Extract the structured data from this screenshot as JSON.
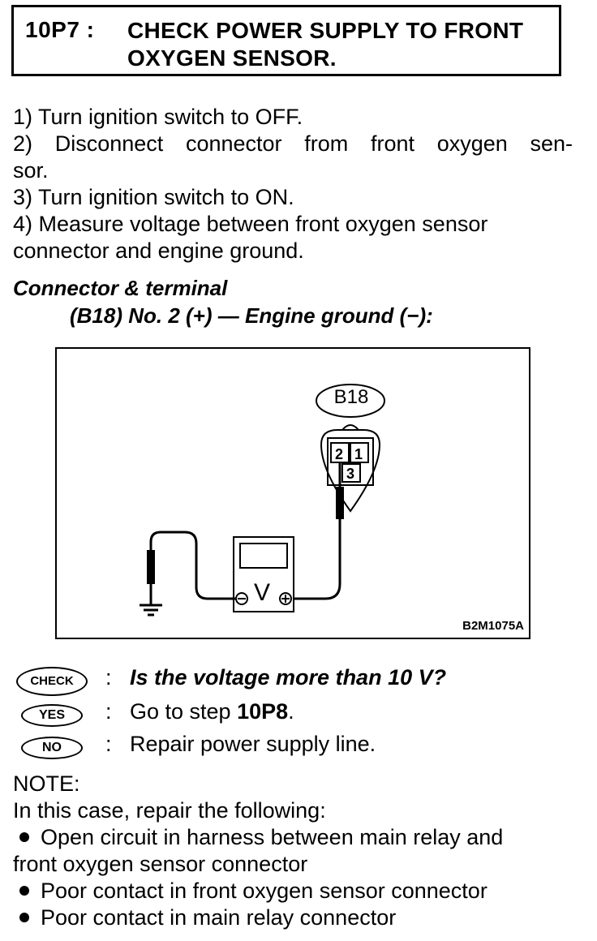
{
  "header": {
    "step_id": "10P7 :",
    "title_line1": "CHECK POWER SUPPLY TO FRONT",
    "title_line2": "OXYGEN SENSOR."
  },
  "procedure": {
    "step1": "1)  Turn ignition switch to OFF.",
    "step2_a": "2)  Disconnect connector from front oxygen sen-",
    "step2_b": "sor.",
    "step3": "3)  Turn ignition switch to ON.",
    "step4_a": "4)  Measure voltage between front oxygen sensor",
    "step4_b": "connector and engine ground."
  },
  "connector": {
    "heading": "Connector & terminal",
    "terminal": "(B18) No. 2 (+) — Engine ground (−):"
  },
  "figure": {
    "connector_label": "B18",
    "pin_1": "1",
    "pin_2": "2",
    "pin_3": "3",
    "meter_symbol": "V",
    "figure_code": "B2M1075A"
  },
  "check": {
    "check_badge": "CHECK",
    "check_question": "Is the voltage more than 10 V?",
    "yes_badge": "YES",
    "yes_answer_prefix": "Go to step ",
    "yes_answer_step": "10P8",
    "yes_answer_suffix": ".",
    "no_badge": "NO",
    "no_answer": "Repair power supply line.",
    "colon": ":"
  },
  "note": {
    "label": "NOTE:",
    "intro": "In this case, repair the following:",
    "item1_a": "Open circuit in harness between main relay and",
    "item1_b": "front oxygen sensor connector",
    "item2": "Poor contact in front oxygen sensor connector",
    "item3": "Poor contact in main relay connector"
  }
}
